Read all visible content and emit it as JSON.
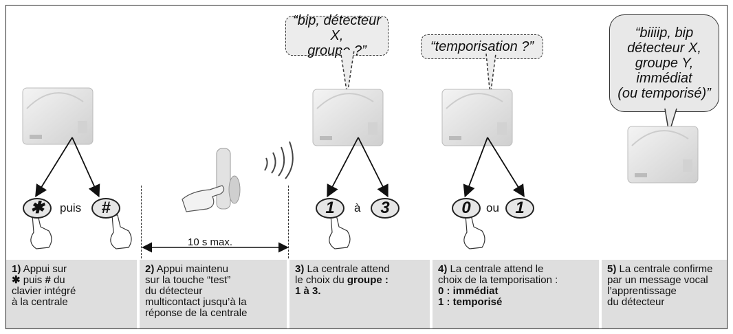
{
  "bubbles": {
    "b3": "“bip, détecteur X,\ngroupe ?”",
    "b4": "“temporisation ?”",
    "b5": "“biiiip, bip\ndétecteur X,\ngroupe Y,\nimmédiat\n(ou temporisé)”"
  },
  "step1": {
    "key1": "✱",
    "connector": "puis",
    "key2": "#"
  },
  "step2": {
    "duration_label": "10 s max."
  },
  "step3": {
    "key1": "1",
    "connector": "à",
    "key2": "3"
  },
  "step4": {
    "key1": "0",
    "connector": "ou",
    "key2": "1"
  },
  "panels": {
    "p1": {
      "num": "1)",
      "l1": " Appui sur",
      "star": "✱",
      "puis": " puis ",
      "hash": "#",
      "du": " du",
      "l3": "clavier intégré",
      "l4": "à la centrale"
    },
    "p2": {
      "num": "2)",
      "l1": " Appui maintenu",
      "l2": "sur la touche “test”",
      "l3": "du détecteur",
      "l4": "multicontact jusqu’à la",
      "l5": "réponse de la centrale"
    },
    "p3": {
      "num": "3)",
      "l1": " La centrale attend",
      "l2": "le choix du ",
      "groupe": "groupe :",
      "l3": "1 à 3."
    },
    "p4": {
      "num": "4)",
      "l1": " La centrale attend le",
      "l2": "choix de la temporisation :",
      "l3": "0 : immédiat",
      "l4": "1 : temporisé"
    },
    "p5": {
      "num": "5)",
      "l1": " La centrale confirme",
      "l2": "par un message vocal",
      "l3": "l’apprentissage",
      "l4": "du détecteur"
    }
  }
}
